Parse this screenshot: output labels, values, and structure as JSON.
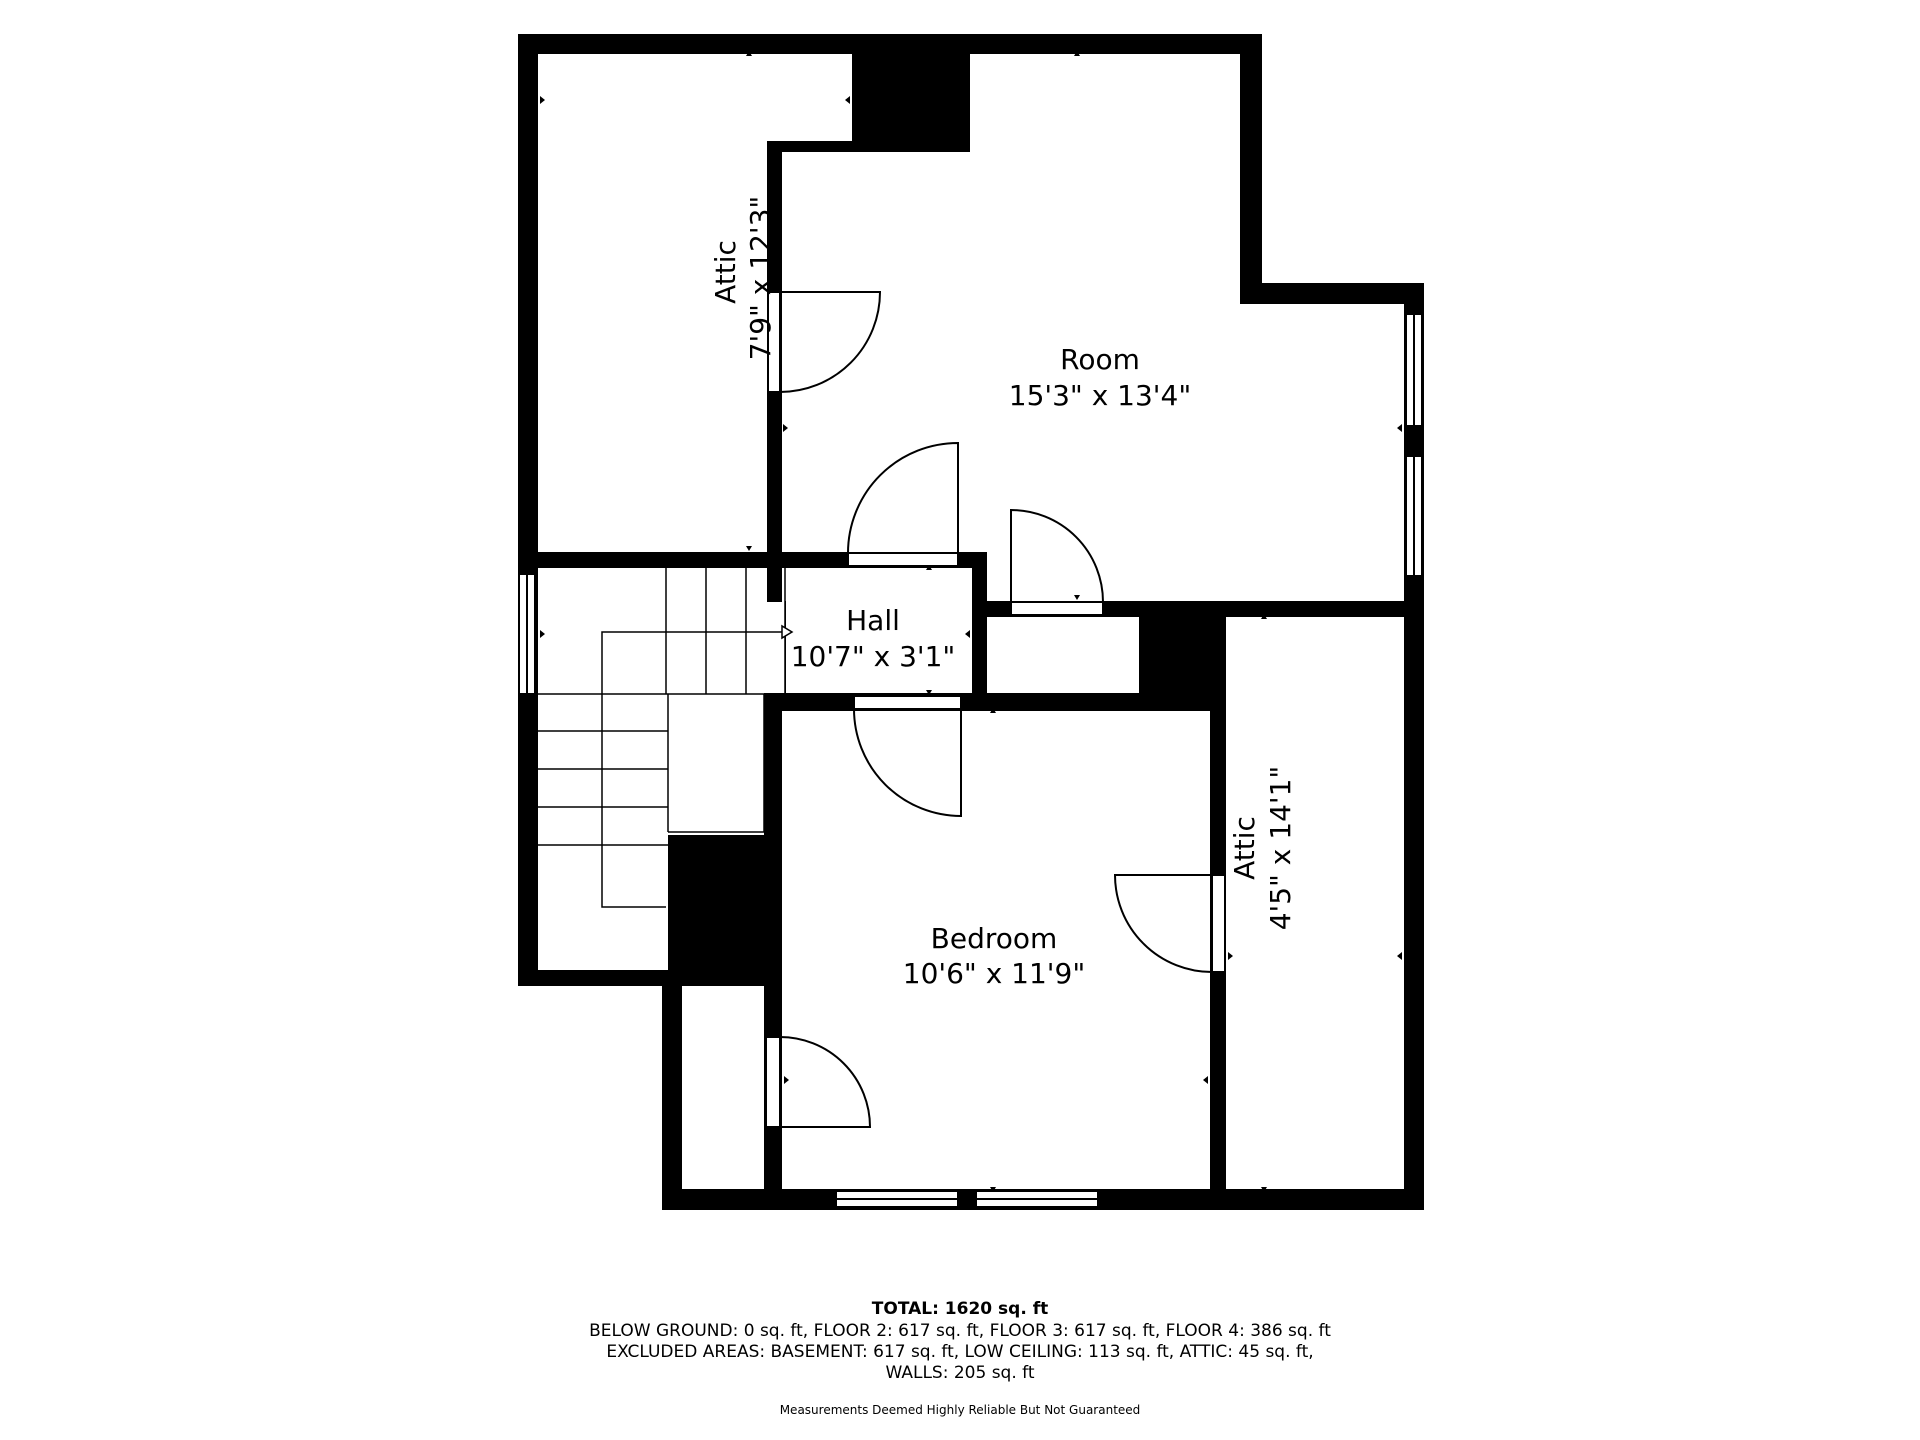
{
  "rooms": {
    "attic_top": {
      "name": "Attic",
      "dims": "7'9\" x 12'3\""
    },
    "room": {
      "name": "Room",
      "dims": "15'3\" x 13'4\""
    },
    "hall": {
      "name": "Hall",
      "dims": "10'7\" x 3'1\""
    },
    "bedroom": {
      "name": "Bedroom",
      "dims": "10'6\" x 11'9\""
    },
    "attic_right": {
      "name": "Attic",
      "dims": "4'5\" x 14'1\""
    }
  },
  "footer": {
    "total": "TOTAL: 1620 sq. ft",
    "line1": "BELOW GROUND: 0 sq. ft, FLOOR 2: 617 sq. ft, FLOOR 3: 617 sq. ft, FLOOR 4: 386 sq. ft",
    "line2": "EXCLUDED AREAS: BASEMENT: 617 sq. ft, LOW CEILING: 113 sq. ft, ATTIC: 45 sq. ft,",
    "line3": "WALLS: 205 sq. ft",
    "disclaimer": "Measurements Deemed Highly Reliable But Not Guaranteed"
  },
  "colors": {
    "wall": "#000000",
    "floor": "#ffffff"
  }
}
